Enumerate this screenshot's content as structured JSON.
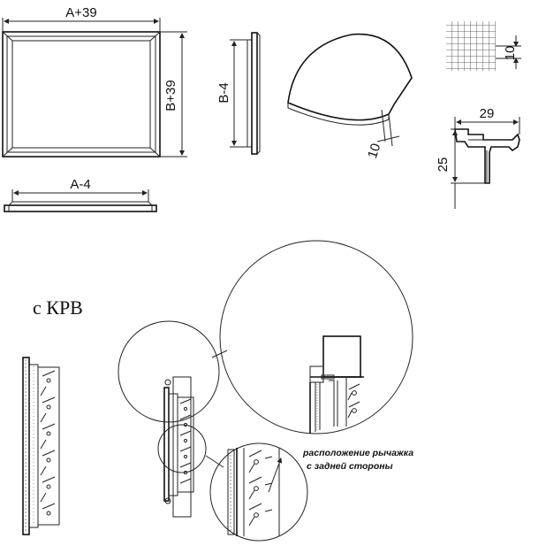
{
  "labels": {
    "front_width": "A+39",
    "front_height": "B+39",
    "side_height": "B-4",
    "bottom_width": "A-4",
    "fan_cell": "10",
    "mesh_cell": "10",
    "profile_width": "29",
    "profile_height": "25",
    "section_title": "с КРВ",
    "lever_note_line1": "расположение рычажка",
    "lever_note_line2": "с задней стороны"
  }
}
